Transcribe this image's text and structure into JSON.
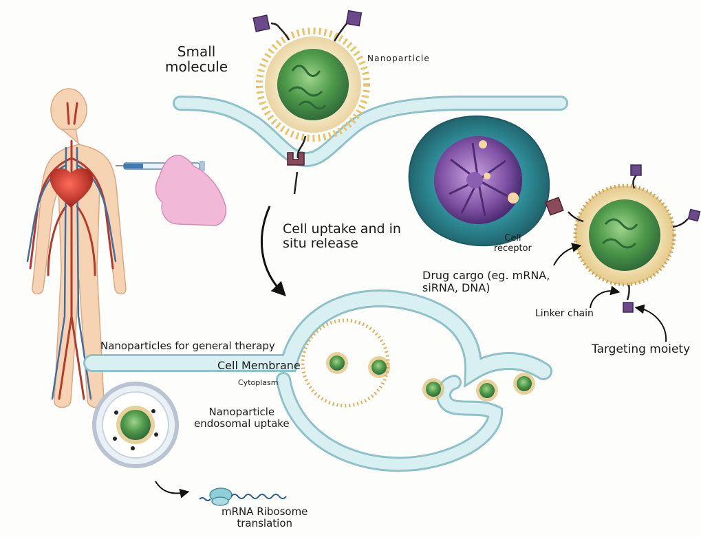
{
  "labels": {
    "small_molecule": "Small\nmolecule",
    "nanoparticle": "Nanoparticle",
    "cell_uptake": "Cell uptake and in\nsitu release",
    "cell_receptor": "Cell\nreceptor",
    "drug_cargo": "Drug cargo (eg. mRNA,\nsiRNA, DNA)",
    "linker_chain": "Linker chain",
    "targeting_moiety": "Targeting moiety",
    "general_therapy": "Nanoparticles for general therapy",
    "cell_membrane": "Cell Membrane",
    "cytoplasm": "Cytoplasm",
    "endosomal_uptake": "Nanoparticle\nendosomal uptake",
    "mrna_translation": "mRNA Ribosome\ntranslation"
  },
  "colors": {
    "nanoparticle_core": "#4f9a4a",
    "lipid_shell": "#e6c56a",
    "membrane": "#cfe9ec",
    "membrane_edge": "#8fc2c8",
    "targeting_ligand": "#6b4a8b",
    "skin": "#f6d3b2",
    "artery": "#b53a2e",
    "vein": "#3f6f9e",
    "heart": "#c8342a",
    "glove": "#f2b8d8",
    "cell_body": "#2f8f9a",
    "cell_interior": "#7d4fa2"
  },
  "icons": {
    "nanoparticle": "nanoparticle-icon",
    "ligand": "targeting-ligand-icon",
    "receptor": "receptor-icon",
    "syringe": "syringe-icon",
    "human": "human-body-icon",
    "ribosome": "ribosome-icon"
  }
}
